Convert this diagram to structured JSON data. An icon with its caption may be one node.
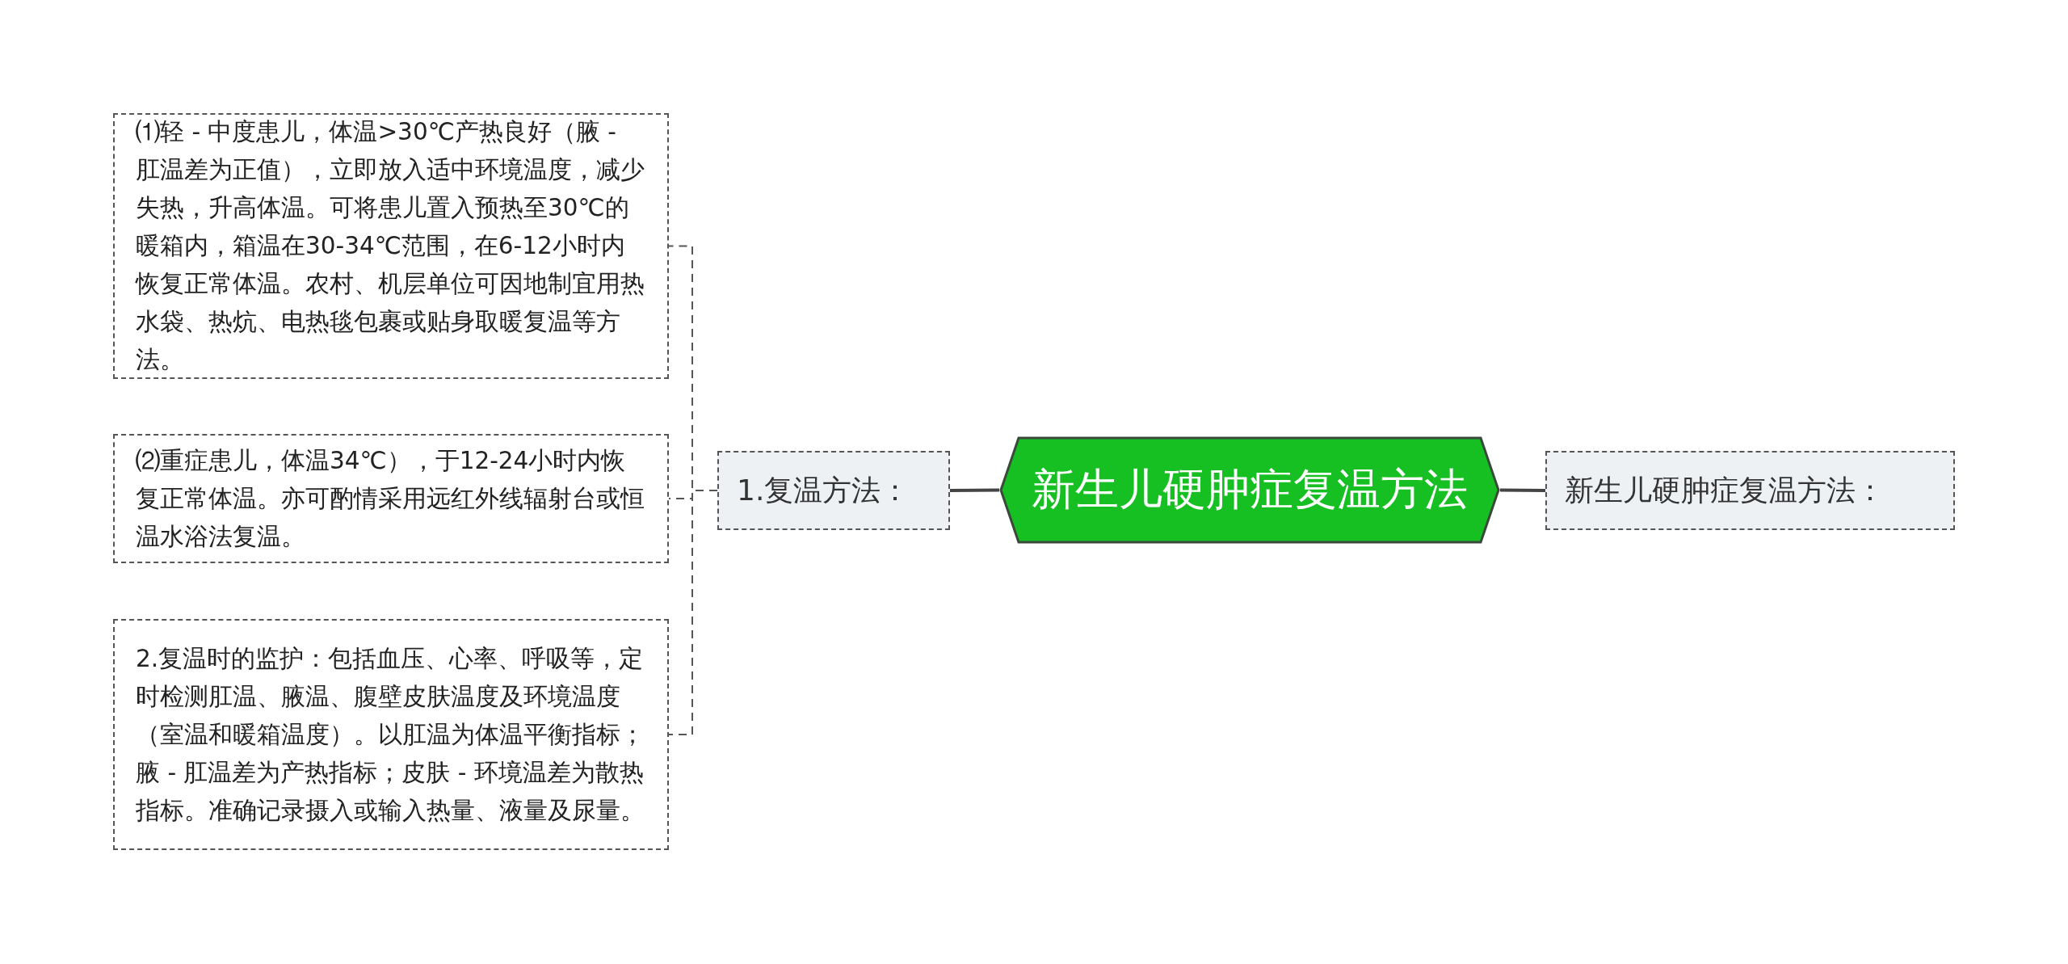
{
  "diagram": {
    "nodes": [
      {
        "text": [
          "新生儿硬肿症复温方法"
        ]
      },
      {
        "text": [
          "新生儿硬肿症复温方法："
        ]
      },
      {
        "text": [
          "1.复温方法："
        ]
      },
      {
        "text": [
          "⑴轻 - 中度患儿，体温>30℃产热良好（腋 - 肛温差为正值），立即放入适中环境温度，减少失热，升高体温。可将患儿置入预热至30℃的暖箱内，箱温在30-34℃范围，在6-12小时内恢复正常体温。农村、机层单位可因地制宜用热水袋、热炕、电热毯包裹或贴身取暖复温等方法。"
        ]
      },
      {
        "text": [
          "⑵重症患儿，体温34℃），于12-24小时内恢复正常体温。亦可酌情采用远红外线辐射台或恒温水浴法复温。"
        ]
      },
      {
        "text": [
          "2.复温时的监护：包括血压、心率、呼吸等，定时检测肛温、腋温、腹壁皮肤温度及环境温度（室温和暖箱温度）。以肛温为体温平衡指标；腋 - 肛温差为产热指标；皮肤 - 环境温差为散热指标。准确记录摄入或输入热量、液量及尿量。"
        ]
      }
    ],
    "edges": [
      {
        "from": 0,
        "to": 1,
        "arrow": "none"
      },
      {
        "from": 0,
        "to": 2,
        "arrow": "none"
      },
      {
        "from": 2,
        "to": 3,
        "arrow": "none",
        "style": "dashed"
      },
      {
        "from": 2,
        "to": 4,
        "arrow": "none",
        "style": "dashed"
      },
      {
        "from": 2,
        "to": 5,
        "arrow": "none",
        "style": "dashed"
      }
    ]
  }
}
